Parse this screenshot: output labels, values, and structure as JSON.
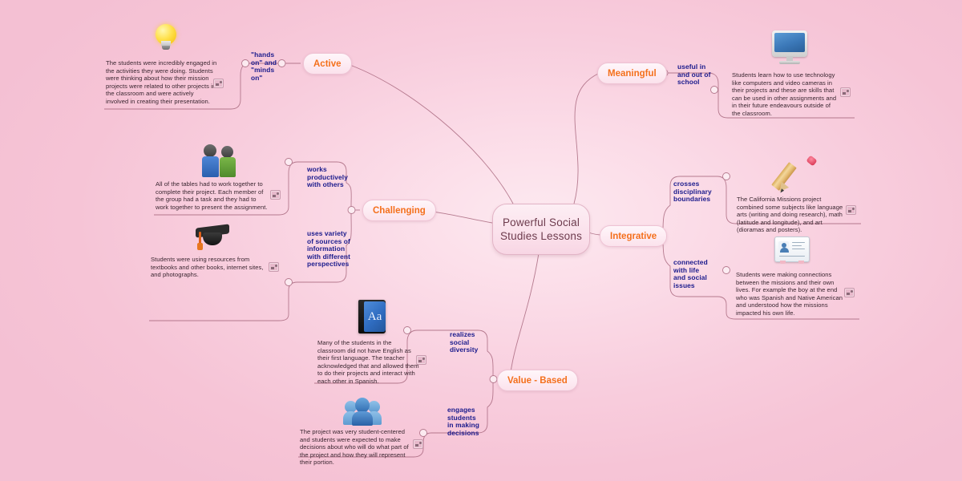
{
  "diagram": {
    "title": "Powerful Social Studies Lessons",
    "background_color": "#f7c6d9",
    "branch_color": "#f4701c",
    "sublabel_color": "#1a1a8c",
    "central": {
      "text": "Powerful Social Studies Lessons"
    },
    "branches": [
      {
        "id": "active",
        "label": "Active",
        "children": [
          {
            "label": "\"hands on\" and \"minds on\"",
            "note": "The students were incredibly engaged in the activities they were doing. Students were thinking about how their mission projects were related to other projects in the classroom and were actively involved in creating their presentation.",
            "icon": "lightbulb-icon",
            "attachment": "image-attachment-icon"
          }
        ]
      },
      {
        "id": "challenging",
        "label": "Challenging",
        "children": [
          {
            "label": "works productively with others",
            "note": "All of the tables had to work together to complete their project. Each member of the group had a task and they had to work together to present the assignment.",
            "icon": "two-people-icon",
            "attachment": "image-attachment-icon"
          },
          {
            "label": "uses variety of sources of information with different perspectives",
            "note": "Students were using resources from textbooks and other books, internet sites, and photographs.",
            "icon": "graduation-cap-icon",
            "attachment": "image-attachment-icon"
          }
        ]
      },
      {
        "id": "meaningful",
        "label": "Meaningful",
        "children": [
          {
            "label": "useful in and out of school",
            "note": "Students learn how to use technology like computers and video cameras in their projects and these are skills that can be used in other assignments and in their future endeavours outside of the classroom.",
            "icon": "computer-monitor-icon",
            "attachment": "image-attachment-icon"
          }
        ]
      },
      {
        "id": "integrative",
        "label": "Integrative",
        "children": [
          {
            "label": "crosses disciplinary boundaries",
            "note": "The California Missions project combined some subjects like language arts (writing and doing research), math (latitude and longitude), and art (dioramas and posters).",
            "icon": "pencil-icon",
            "attachment": "image-attachment-icon"
          },
          {
            "label": "connected with life and social issues",
            "note": "Students were making connections between the missions and their own lives. For example the boy at the end who was Spanish and Native American and understood how the missions impacted his own life.",
            "icon": "id-card-icon",
            "attachment": "image-attachment-icon"
          }
        ]
      },
      {
        "id": "value-based",
        "label": "Value - Based",
        "children": [
          {
            "label": "realizes social diversity",
            "note": "Many of the students in the classroom did not have English as their first language. The teacher acknowledged that and allowed them to do their projects and interact with each other in Spanish.",
            "icon": "dictionary-book-icon",
            "attachment": "image-attachment-icon"
          },
          {
            "label": "engages students in making decisions",
            "note": "The project was very student-centered and students were expected to make decisions about who will do what part of the project and how they will represent their portion.",
            "icon": "group-users-icon",
            "attachment": "image-attachment-icon"
          }
        ]
      }
    ]
  }
}
